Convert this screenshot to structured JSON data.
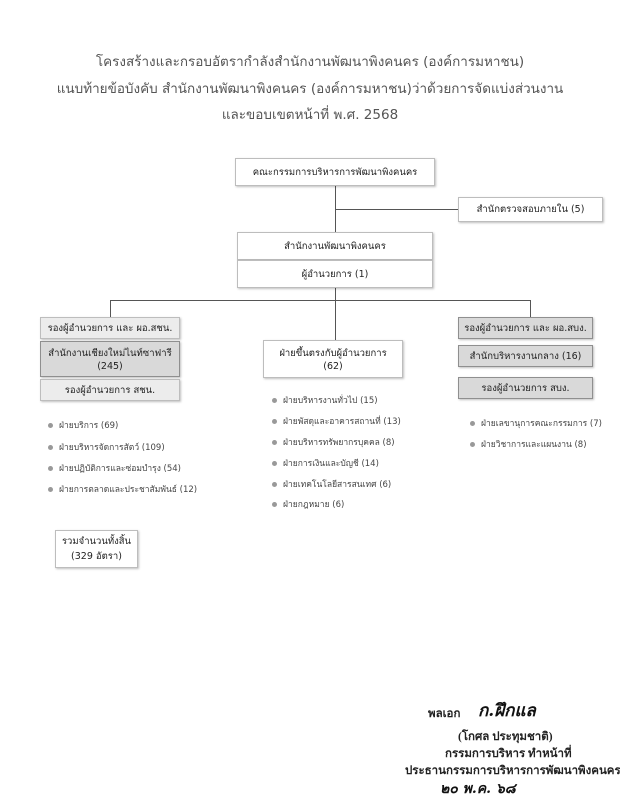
{
  "header": {
    "line1": "โครงสร้างและกรอบอัตรากำลังสำนักงานพัฒนาพิงคนคร (องค์การมหาชน)",
    "line2": "แนบท้ายข้อบังคับ สำนักงานพัฒนาพิงคนคร (องค์การมหาชน)ว่าด้วยการจัดแบ่งส่วนงาน",
    "line3": "และขอบเขตหน้าที่ พ.ศ. 2568"
  },
  "top": {
    "board": "คณะกรรมการบริหารการพัฒนาพิงคนคร",
    "audit": "สำนักตรวจสอบภายใน (5)",
    "office": "สำนักงานพัฒนาพิงคนคร",
    "director": "ผู้อำนวยการ (1)"
  },
  "left": {
    "deputy": "รองผู้อำนวยการ และ ผอ.สชน.",
    "center_line1": "สำนักงานเชียงใหม่ไนท์ซาฟารี",
    "center_line2": "(245)",
    "sub_deputy": "รองผู้อำนวยการ สชน.",
    "items": [
      "ฝ่ายบริการ (69)",
      "ฝ่ายบริหารจัดการสัตว์ (109)",
      "ฝ่ายปฏิบัติการและซ่อมบำรุง (54)",
      "ฝ่ายการตลาดและประชาสัมพันธ์ (12)"
    ]
  },
  "middle": {
    "title_line1": "ฝ่ายขึ้นตรงกับผู้อำนวยการ",
    "title_line2": "(62)",
    "items": [
      "ฝ่ายบริหารงานทั่วไป (15)",
      "ฝ่ายพัสดุและอาคารสถานที่ (13)",
      "ฝ่ายบริหารทรัพยากรบุคคล (8)",
      "ฝ่ายการเงินและบัญชี (14)",
      "ฝ่ายเทคโนโลยีสารสนเทศ (6)",
      "ฝ่ายกฎหมาย (6)"
    ]
  },
  "right": {
    "deputy": "รองผู้อำนวยการ และ ผอ.สบง.",
    "admin": "สำนักบริหารงานกลาง (16)",
    "sub_deputy": "รองผู้อำนวยการ สบง.",
    "items": [
      "ฝ่ายเลขานุการคณะกรรมการ (7)",
      "ฝ่ายวิชาการและแผนงาน (8)"
    ]
  },
  "total": {
    "line1": "รวมจำนวนทั้งสิ้น",
    "line2": "(329 อัตรา)"
  },
  "signature": {
    "rank": "พลเอก",
    "handwritten": "ก.ฝึกแล",
    "name": "(โกศล ประทุมชาติ)",
    "position1": "กรรมการบริหาร ทำหน้าที่",
    "position2": "ประธานกรรมการบริหารการพัฒนาพิงคนคร",
    "date_handwritten": "๒๐ พ.ค. ๖๘"
  }
}
